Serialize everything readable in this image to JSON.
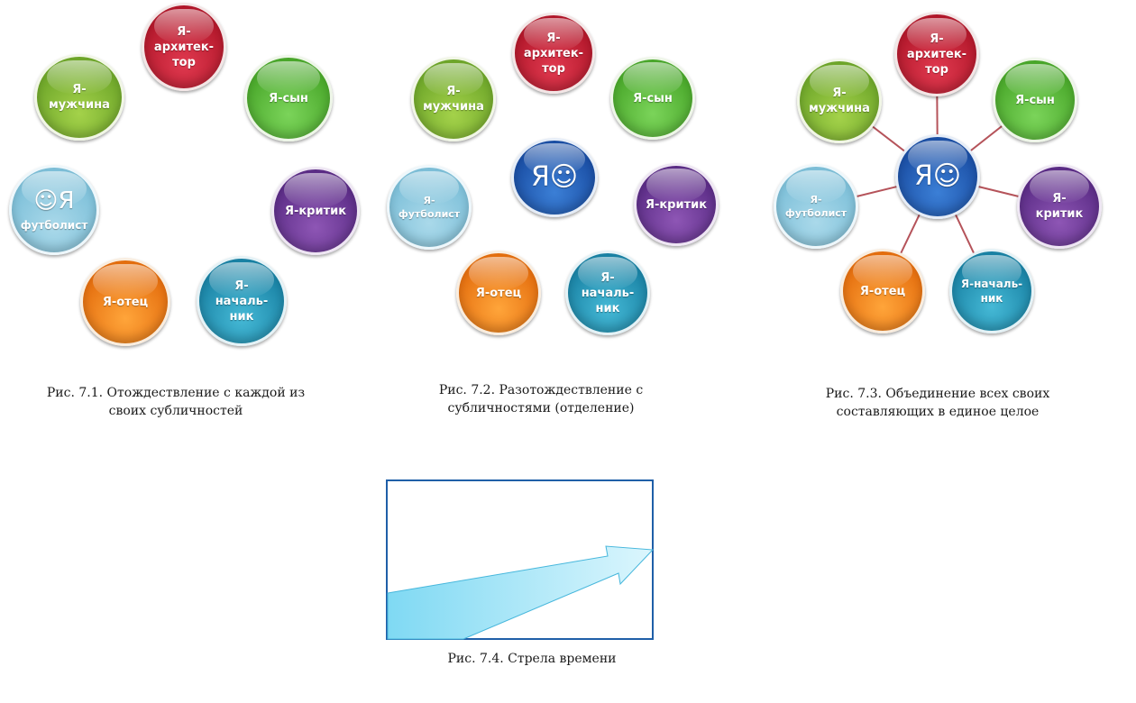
{
  "figures": {
    "fig1": {
      "caption": "Рис. 7.1. Отождествление с каждой из\nсвоих субличностей",
      "architect": "Я-\nархитек-\nтор",
      "son": "Я-сын",
      "man": "Я-\nмужчина",
      "critic": "Я-критик",
      "footballer_icon": "☺Я",
      "footballer": "футболист",
      "father": "Я-отец",
      "boss": "Я-\nначаль-\nник"
    },
    "fig2": {
      "caption": "Рис. 7.2. Разотождествление с\nсубличностями (отделение)",
      "architect": "Я-\nархитек-\nтор",
      "son": "Я-сын",
      "man": "Я-\nмужчина",
      "center": "Я☺",
      "critic": "Я-критик",
      "footballer": "Я-\nфутболист",
      "father": "Я-отец",
      "boss": "Я-\nначаль-\nник"
    },
    "fig3": {
      "caption": "Рис. 7.3. Объединение всех своих\nсоставляющих в единое целое",
      "architect": "Я-\nархитек-\nтор",
      "son": "Я-сын",
      "man": "Я-\nмужчина",
      "center": "Я☺",
      "critic": "Я-\nкритик",
      "footballer": "Я-\nфутболист",
      "father": "Я-отец",
      "boss": "Я-началь-\nник"
    },
    "fig4": {
      "caption": "Рис. 7.4. Стрела времени"
    }
  },
  "colors": {
    "link_line": "#b5535a",
    "frame_border": "#1f5fa8",
    "arrow_fill": "#b8ecfa"
  }
}
